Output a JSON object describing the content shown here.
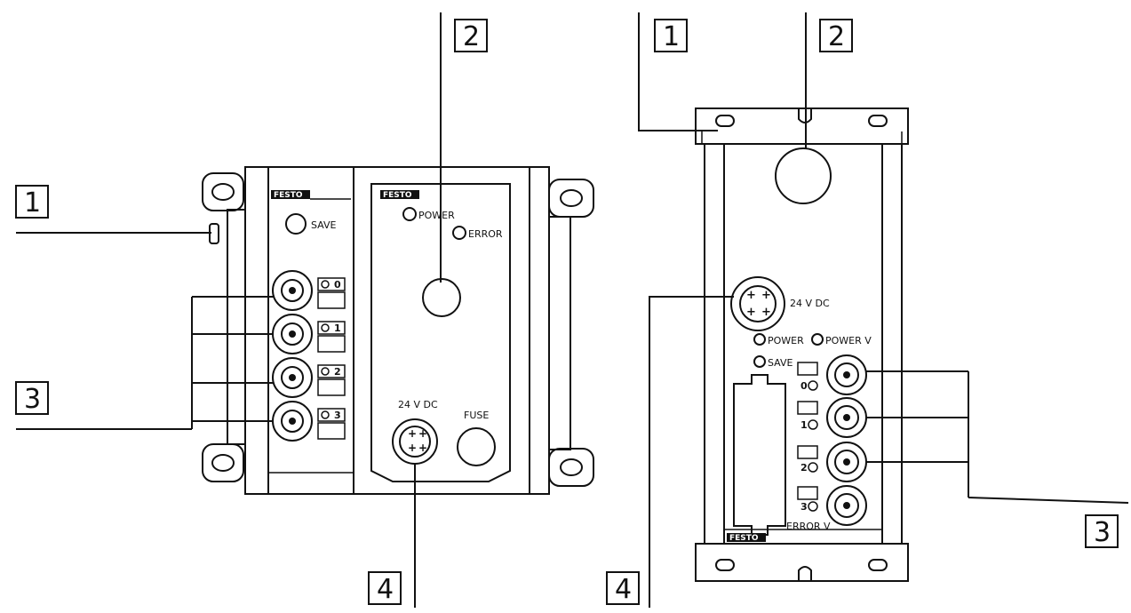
{
  "callouts": {
    "left": {
      "c1": "1",
      "c2": "2",
      "c3": "3",
      "c4": "4"
    },
    "right": {
      "c1": "1",
      "c2": "2",
      "c3": "3",
      "c4": "4"
    }
  },
  "left_module": {
    "brand": "FESTO",
    "save": "SAVE",
    "power": "POWER",
    "error": "ERROR",
    "supply": "24 V DC",
    "fuse": "FUSE",
    "channels": [
      "0",
      "1",
      "2",
      "3"
    ]
  },
  "right_module": {
    "brand": "FESTO",
    "supply": "24 V DC",
    "power": "POWER",
    "power_v": "POWER V",
    "save": "SAVE",
    "error_v": "ERROR V",
    "channels": [
      "0",
      "1",
      "2",
      "3"
    ]
  }
}
